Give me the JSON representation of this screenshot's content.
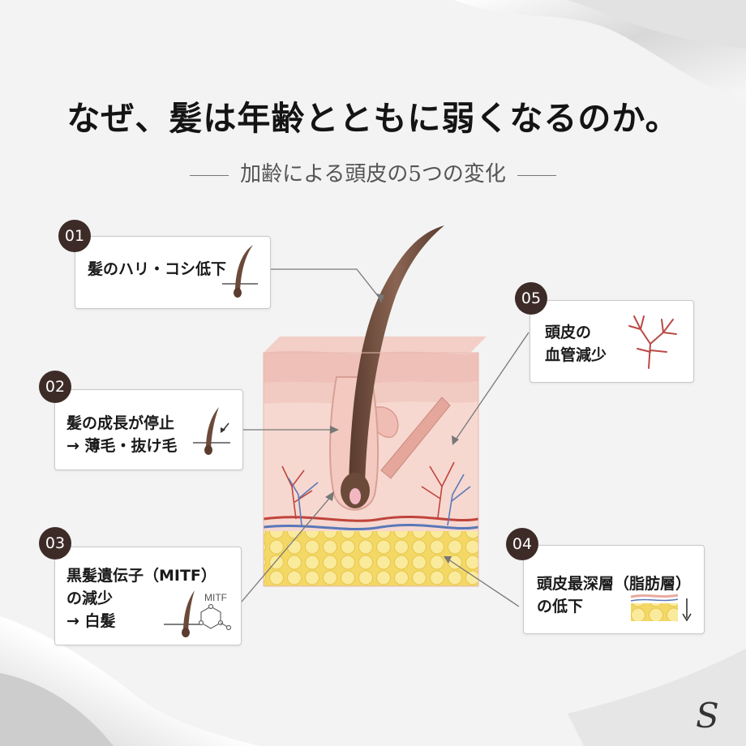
{
  "title": "なぜ、髪は年齢とともに弱くなるのか。",
  "subtitle": "加齢による頭皮の5つの変化",
  "callouts": [
    {
      "num": "01",
      "lines": [
        "髪のハリ・コシ低下"
      ],
      "icon": "hair-strand-icon"
    },
    {
      "num": "02",
      "lines": [
        "髪の成長が停止",
        "→ 薄毛・抜け毛"
      ],
      "icon": "hair-fall-icon"
    },
    {
      "num": "03",
      "lines": [
        "黒髪遺伝子（MITF）",
        "の減少",
        "→ 白髪"
      ],
      "icon": "mitf-molecule-icon",
      "icon_label": "MITF"
    },
    {
      "num": "04",
      "lines": [
        "頭皮最深層（脂肪層）",
        "の低下"
      ],
      "icon": "fat-layer-down-icon"
    },
    {
      "num": "05",
      "lines": [
        "頭皮の",
        "血管減少"
      ],
      "icon": "blood-vessel-icon"
    }
  ],
  "colors": {
    "badge": "#3d2b27",
    "hair": "#6b4a3a",
    "skin": "#f2c7c0",
    "fat": "#f6e27a",
    "artery": "#c0443c",
    "vein": "#5a78b8"
  },
  "logo": "S"
}
